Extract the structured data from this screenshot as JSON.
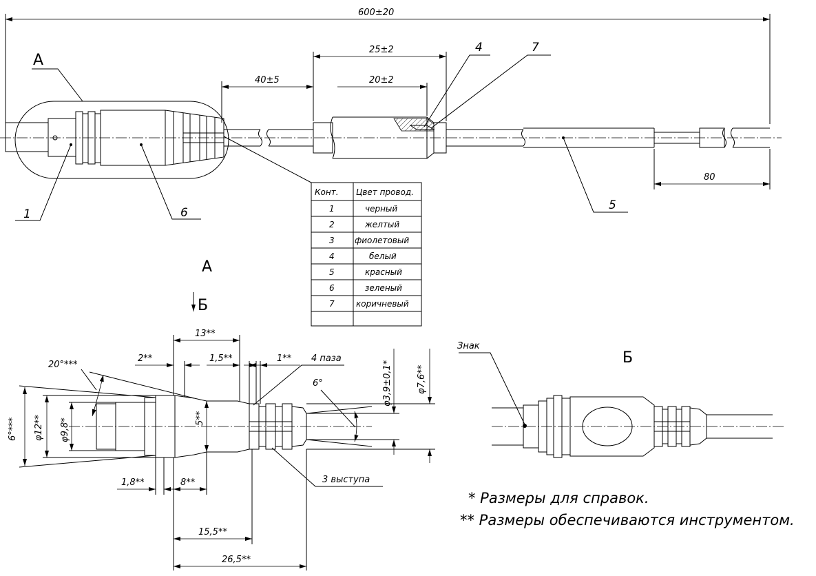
{
  "dimensions": {
    "total_length": "600±20",
    "d_40": "40±5",
    "d_25": "25±2",
    "d_20": "20±2",
    "d_80": "80",
    "d_13": "13**",
    "d_2": "2**",
    "d_15": "1,5**",
    "d_1": "1**",
    "d_20deg": "20°***",
    "d_6deg": "6°",
    "d_6deg_left": "6°***",
    "d_phi12": "φ12**",
    "d_phi98": "φ9,8*",
    "d_5": "5**",
    "d_phi39": "φ3,9±0,1*",
    "d_phi76": "φ7,6**",
    "d_18": "1,8**",
    "d_8": "8**",
    "d_155": "15,5**",
    "d_265": "26,5**"
  },
  "callouts": {
    "c1": "1",
    "c4": "4",
    "c5": "5",
    "c6": "6",
    "c7": "7",
    "slots": "4 паза",
    "bosses": "3 выступа",
    "mark": "Знак"
  },
  "views": {
    "a_top": "А",
    "a_detail": "А",
    "b_arrow": "Б",
    "b_view": "Б"
  },
  "wire_table": {
    "headers": [
      "Конт.",
      "Цвет провод."
    ],
    "rows": [
      [
        "1",
        "черный"
      ],
      [
        "2",
        "желтый"
      ],
      [
        "3",
        "фиолетовый"
      ],
      [
        "4",
        "белый"
      ],
      [
        "5",
        "красный"
      ],
      [
        "6",
        "зеленый"
      ],
      [
        "7",
        "коричневый"
      ]
    ]
  },
  "notes": {
    "n1": "* Размеры для справок.",
    "n2": "** Размеры обеспечиваются инструментом."
  }
}
